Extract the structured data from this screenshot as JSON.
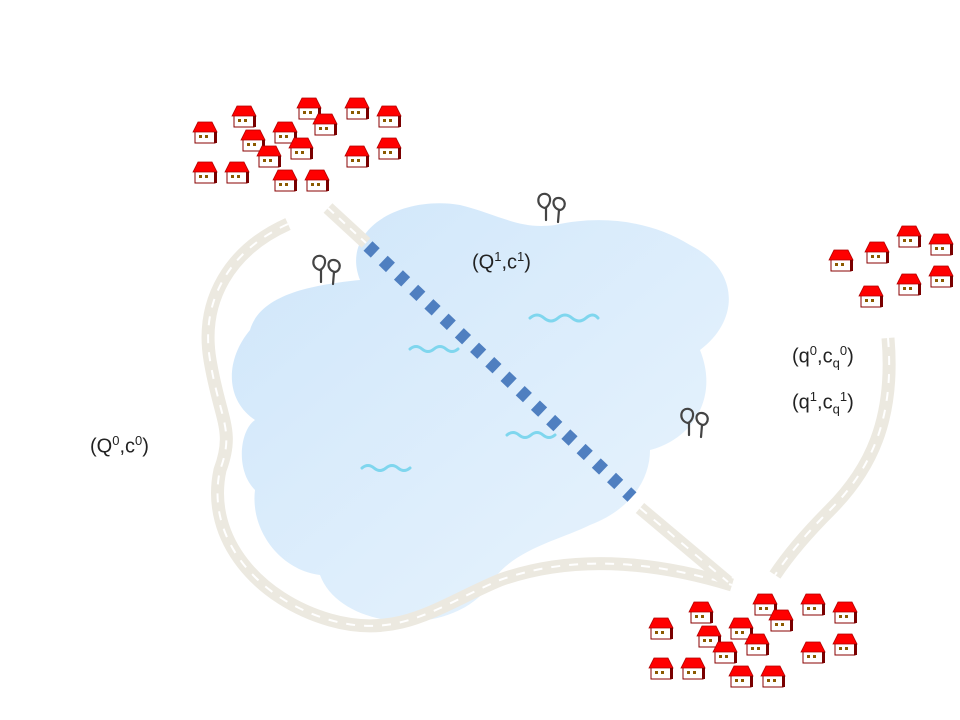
{
  "colors": {
    "lake_fill": "#d8ecfb",
    "bridge": "#4f7fc0",
    "road_fill": "#ece9e0",
    "road_dash": "#ffffff",
    "house_roof": "#ff0000",
    "house_wall": "#ffffff",
    "house_window": "#8a5a00",
    "tree_stroke": "#444444",
    "wave": "#7fd6ee",
    "label_text": "#222222"
  },
  "icons": [
    "house-icon",
    "tree-icon",
    "wave-icon"
  ],
  "labels": {
    "bridge_flow": {
      "base1": "Q",
      "sup1": "1",
      "base2": "c",
      "sup2": "1"
    },
    "detour_flow": {
      "base1": "Q",
      "sup1": "0",
      "base2": "c",
      "sup2": "0"
    },
    "road_flow_0": {
      "base1": "q",
      "sup1": "0",
      "base2": "c",
      "sub2": "q",
      "sup2": "0"
    },
    "road_flow_1": {
      "base1": "q",
      "sup1": "1",
      "base2": "c",
      "sub2": "q",
      "sup2": "1"
    }
  }
}
